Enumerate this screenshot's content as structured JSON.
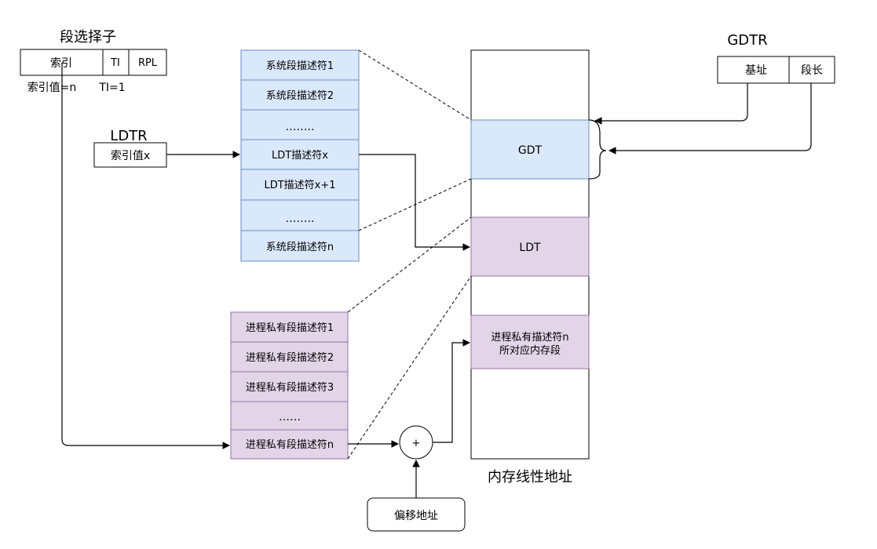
{
  "selector": {
    "title": "段选择子",
    "fields": [
      "索引",
      "TI",
      "RPL"
    ],
    "index_note": "索引值=n",
    "ti_note": "TI=1"
  },
  "ldtr": {
    "title": "LDTR",
    "field": "索引值x"
  },
  "gdtr": {
    "title": "GDTR",
    "fields": [
      "基址",
      "段长"
    ]
  },
  "gdt_table": {
    "rows": [
      "系统段描述符1",
      "系统段描述符2",
      "……..",
      "LDT描述符x",
      "LDT描述符x+1",
      "……..",
      "系统段描述符n"
    ],
    "color": "#dae8fc",
    "border": "#6c8ebf"
  },
  "ldt_table": {
    "rows": [
      "进程私有段描述符1",
      "进程私有段描述符2",
      "进程私有段描述符3",
      "……",
      "进程私有段描述符n"
    ],
    "color": "#e1d5e7",
    "border": "#9673a6"
  },
  "memory": {
    "caption": "内存线性地址",
    "gdt_label": "GDT",
    "ldt_label": "LDT",
    "segment_label_lines": [
      "进程私有描述符n",
      "所对应内存段"
    ]
  },
  "adder": {
    "symbol": "+"
  },
  "offset": {
    "label": "偏移地址"
  }
}
